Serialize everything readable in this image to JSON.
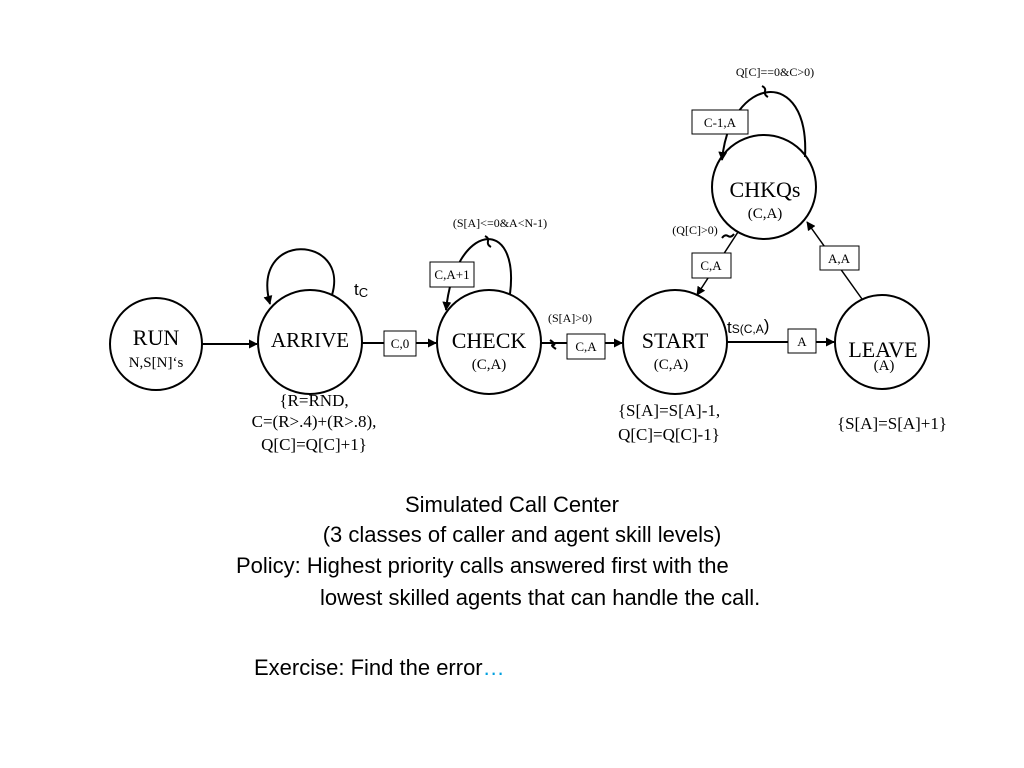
{
  "nodes": {
    "run": {
      "name": "RUN",
      "param": "N,S[N]‘s"
    },
    "arrive": {
      "name": "ARRIVE",
      "param": ""
    },
    "check": {
      "name": "CHECK",
      "param": "(C,A)"
    },
    "start": {
      "name": "START",
      "param": "(C,A)"
    },
    "leave": {
      "name": "LEAVE",
      "param": "(A)"
    },
    "chkqs": {
      "name": "CHKQs",
      "param": "(C,A)"
    }
  },
  "edge_labels": {
    "arrive_check": "C,0",
    "check_start": "C,A",
    "start_leave": "A",
    "leave_chkqs": "A,A",
    "chkqs_start": "C,A",
    "chkqs_self": "C-1,A",
    "check_self": "C,A+1"
  },
  "conditions": {
    "check_start": "(S[A]>0)",
    "check_self": "(S[A]<=0&A<N-1)",
    "chkqs_self": "Q[C]==0&C>0)",
    "chkqs_start": "(Q[C]>0)"
  },
  "delays": {
    "arrive_self": {
      "main": "t",
      "sub": "C"
    },
    "start_leave": {
      "main": "t",
      "sub": "S(C,A",
      "close": ")"
    }
  },
  "state_changes": {
    "arrive": [
      "{R=RND,",
      "C=(R>.4)+(R>.8),",
      "Q[C]=Q[C]+1}"
    ],
    "start": [
      "{S[A]=S[A]-1,",
      "Q[C]=Q[C]-1}"
    ],
    "leave": [
      "{S[A]=S[A]+1}"
    ]
  },
  "caption": {
    "line1": "Simulated Call Center",
    "line2": "(3 classes of caller and agent skill levels)",
    "line3": "Policy: Highest priority calls answered first with the",
    "line4": "lowest skilled agents that can handle the call.",
    "exercise": "Exercise: Find the error",
    "ellipsis": "…",
    "ellipsis_color": "#00a0e0"
  }
}
